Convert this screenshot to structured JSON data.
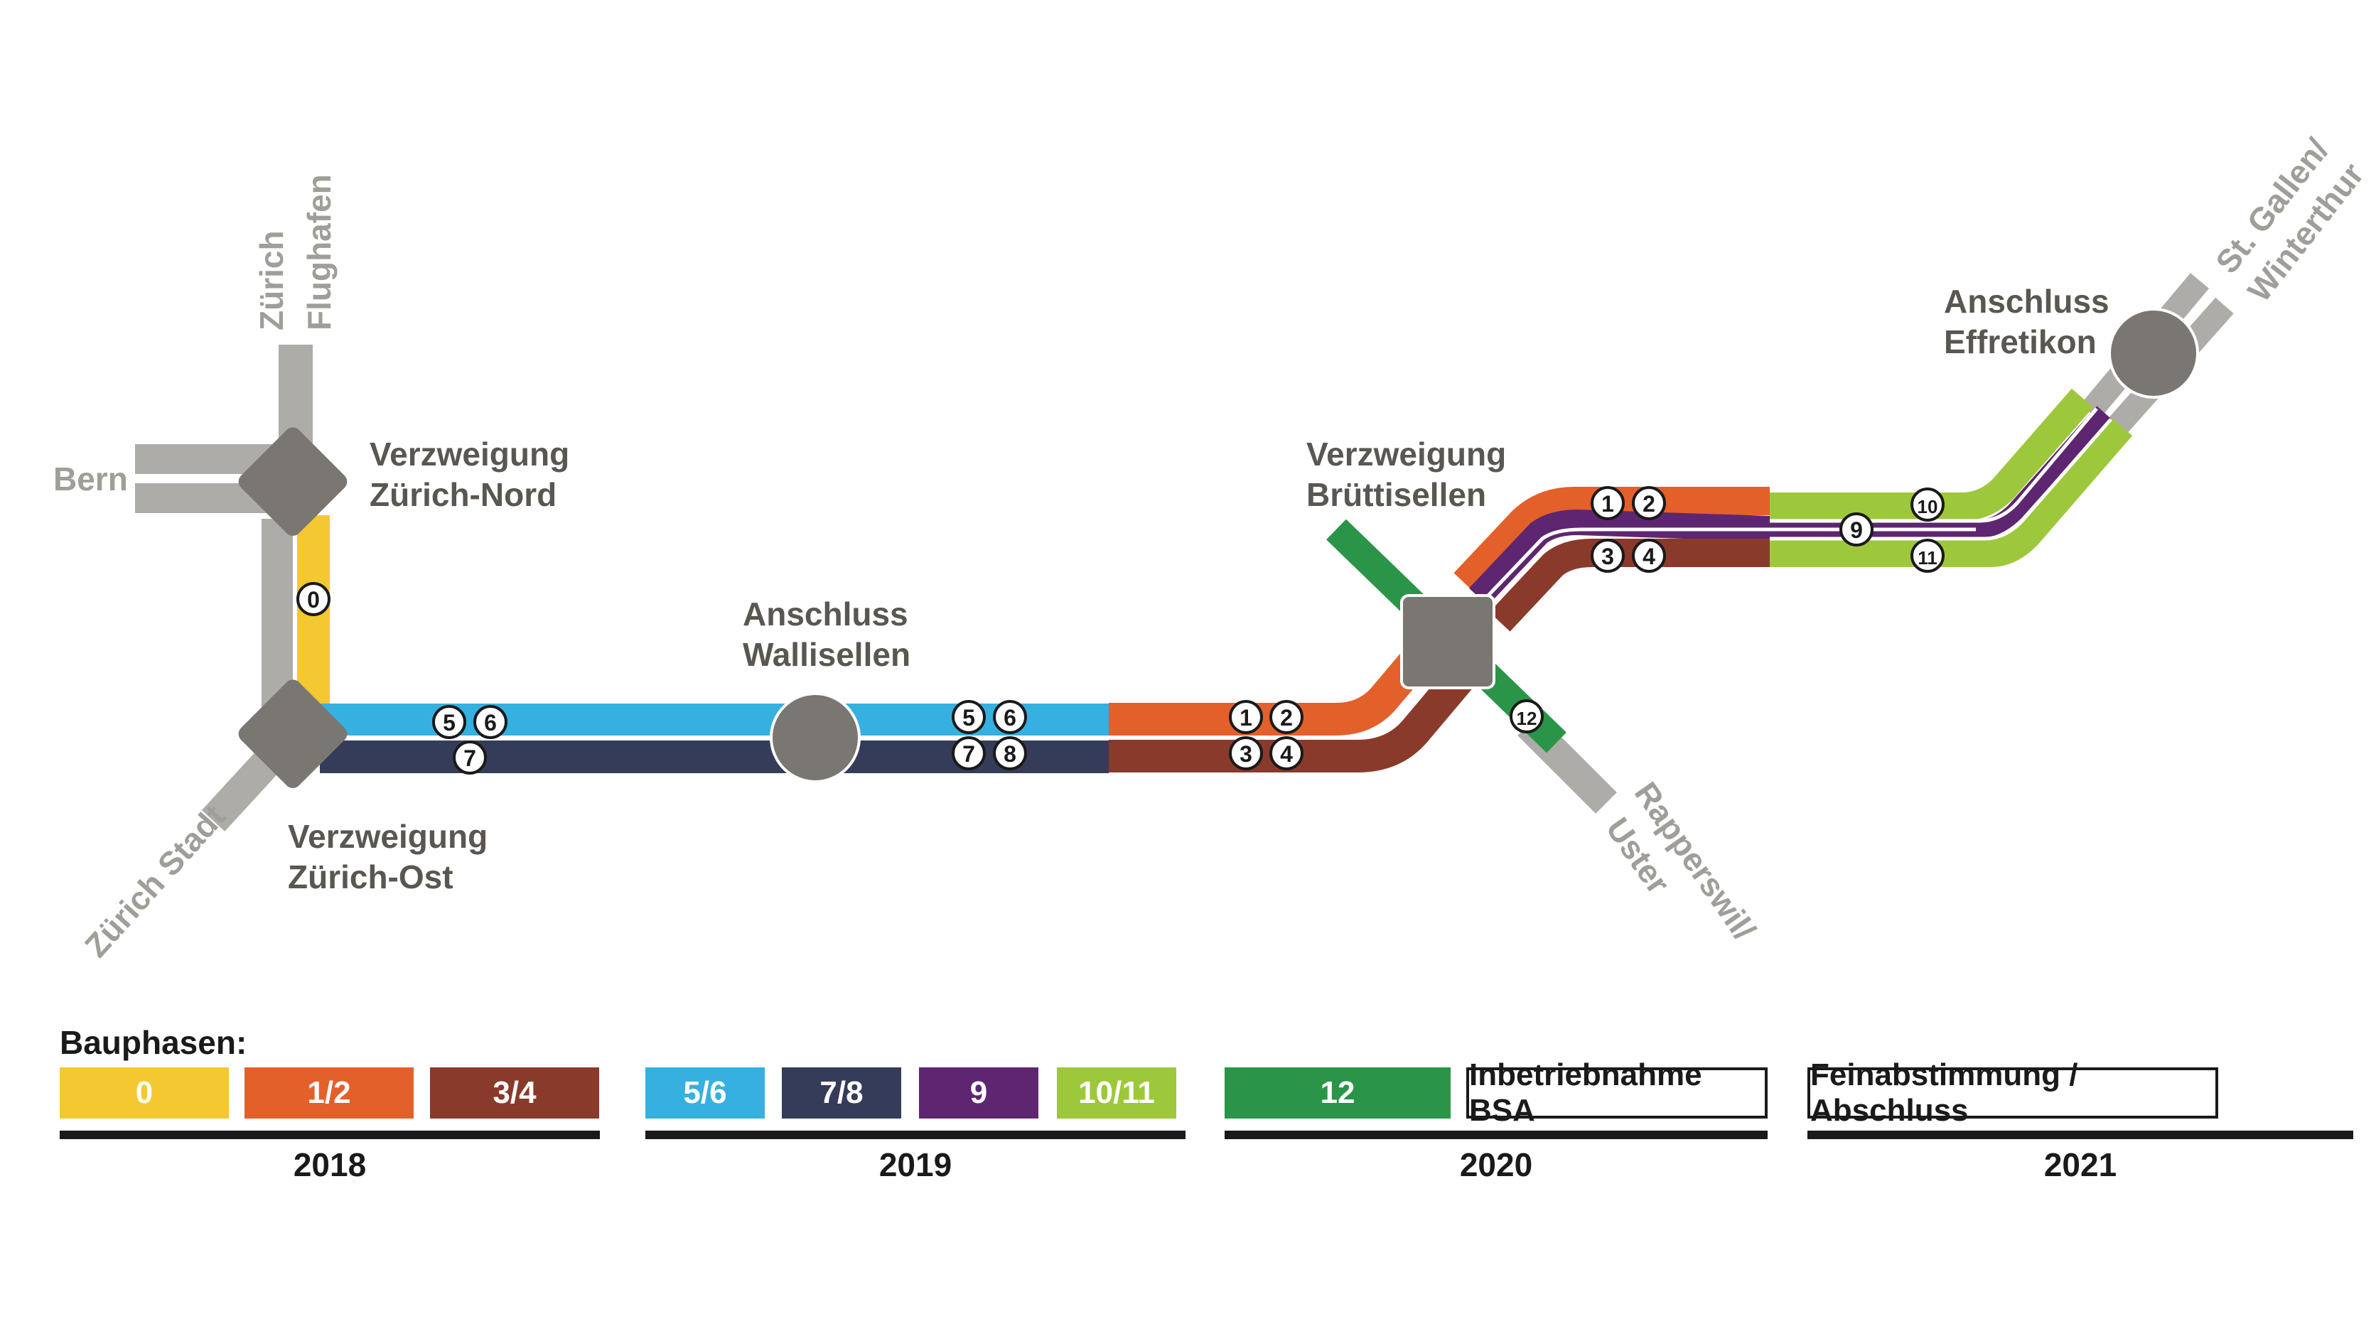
{
  "places": {
    "bern": "Bern",
    "zuerich_flughafen_1": "Zürich",
    "zuerich_flughafen_2": "Flughafen",
    "zuerich_stadt": "Zürich Stadt",
    "rapperswil_1": "Rapperswil/",
    "rapperswil_2": "Uster",
    "stgallen_1": "St. Gallen/",
    "stgallen_2": "Winterthur"
  },
  "nodes": {
    "nord_1": "Verzweigung",
    "nord_2": "Zürich-Nord",
    "ost_1": "Verzweigung",
    "ost_2": "Zürich-Ost",
    "wallisellen_1": "Anschluss",
    "wallisellen_2": "Wallisellen",
    "bruettisellen_1": "Verzweigung",
    "bruettisellen_2": "Brüttisellen",
    "effretikon_1": "Anschluss",
    "effretikon_2": "Effretikon"
  },
  "markers": [
    "0",
    "5",
    "6",
    "7",
    "5",
    "6",
    "7",
    "8",
    "1",
    "2",
    "3",
    "4",
    "12",
    "1",
    "2",
    "3",
    "4",
    "9",
    "10",
    "11"
  ],
  "legend": {
    "title": "Bauphasen:",
    "phases": [
      {
        "label": "0",
        "color": "#f4c831"
      },
      {
        "label": "1/2",
        "color": "#e4602a"
      },
      {
        "label": "3/4",
        "color": "#8a3a2a"
      },
      {
        "label": "5/6",
        "color": "#36b0e0"
      },
      {
        "label": "7/8",
        "color": "#353c5a"
      },
      {
        "label": "9",
        "color": "#5e2670"
      },
      {
        "label": "10/11",
        "color": "#9ec83c"
      },
      {
        "label": "12",
        "color": "#2a9548"
      },
      {
        "label": "Inbetriebnahme BSA",
        "color": "#ffffff"
      },
      {
        "label": "Feinabstimmung / Abschluss",
        "color": "#ffffff"
      }
    ],
    "years": [
      "2018",
      "2019",
      "2020",
      "2021"
    ]
  },
  "colors": {
    "road_grey": "#aeaca8",
    "node_grey": "#7a7672"
  }
}
